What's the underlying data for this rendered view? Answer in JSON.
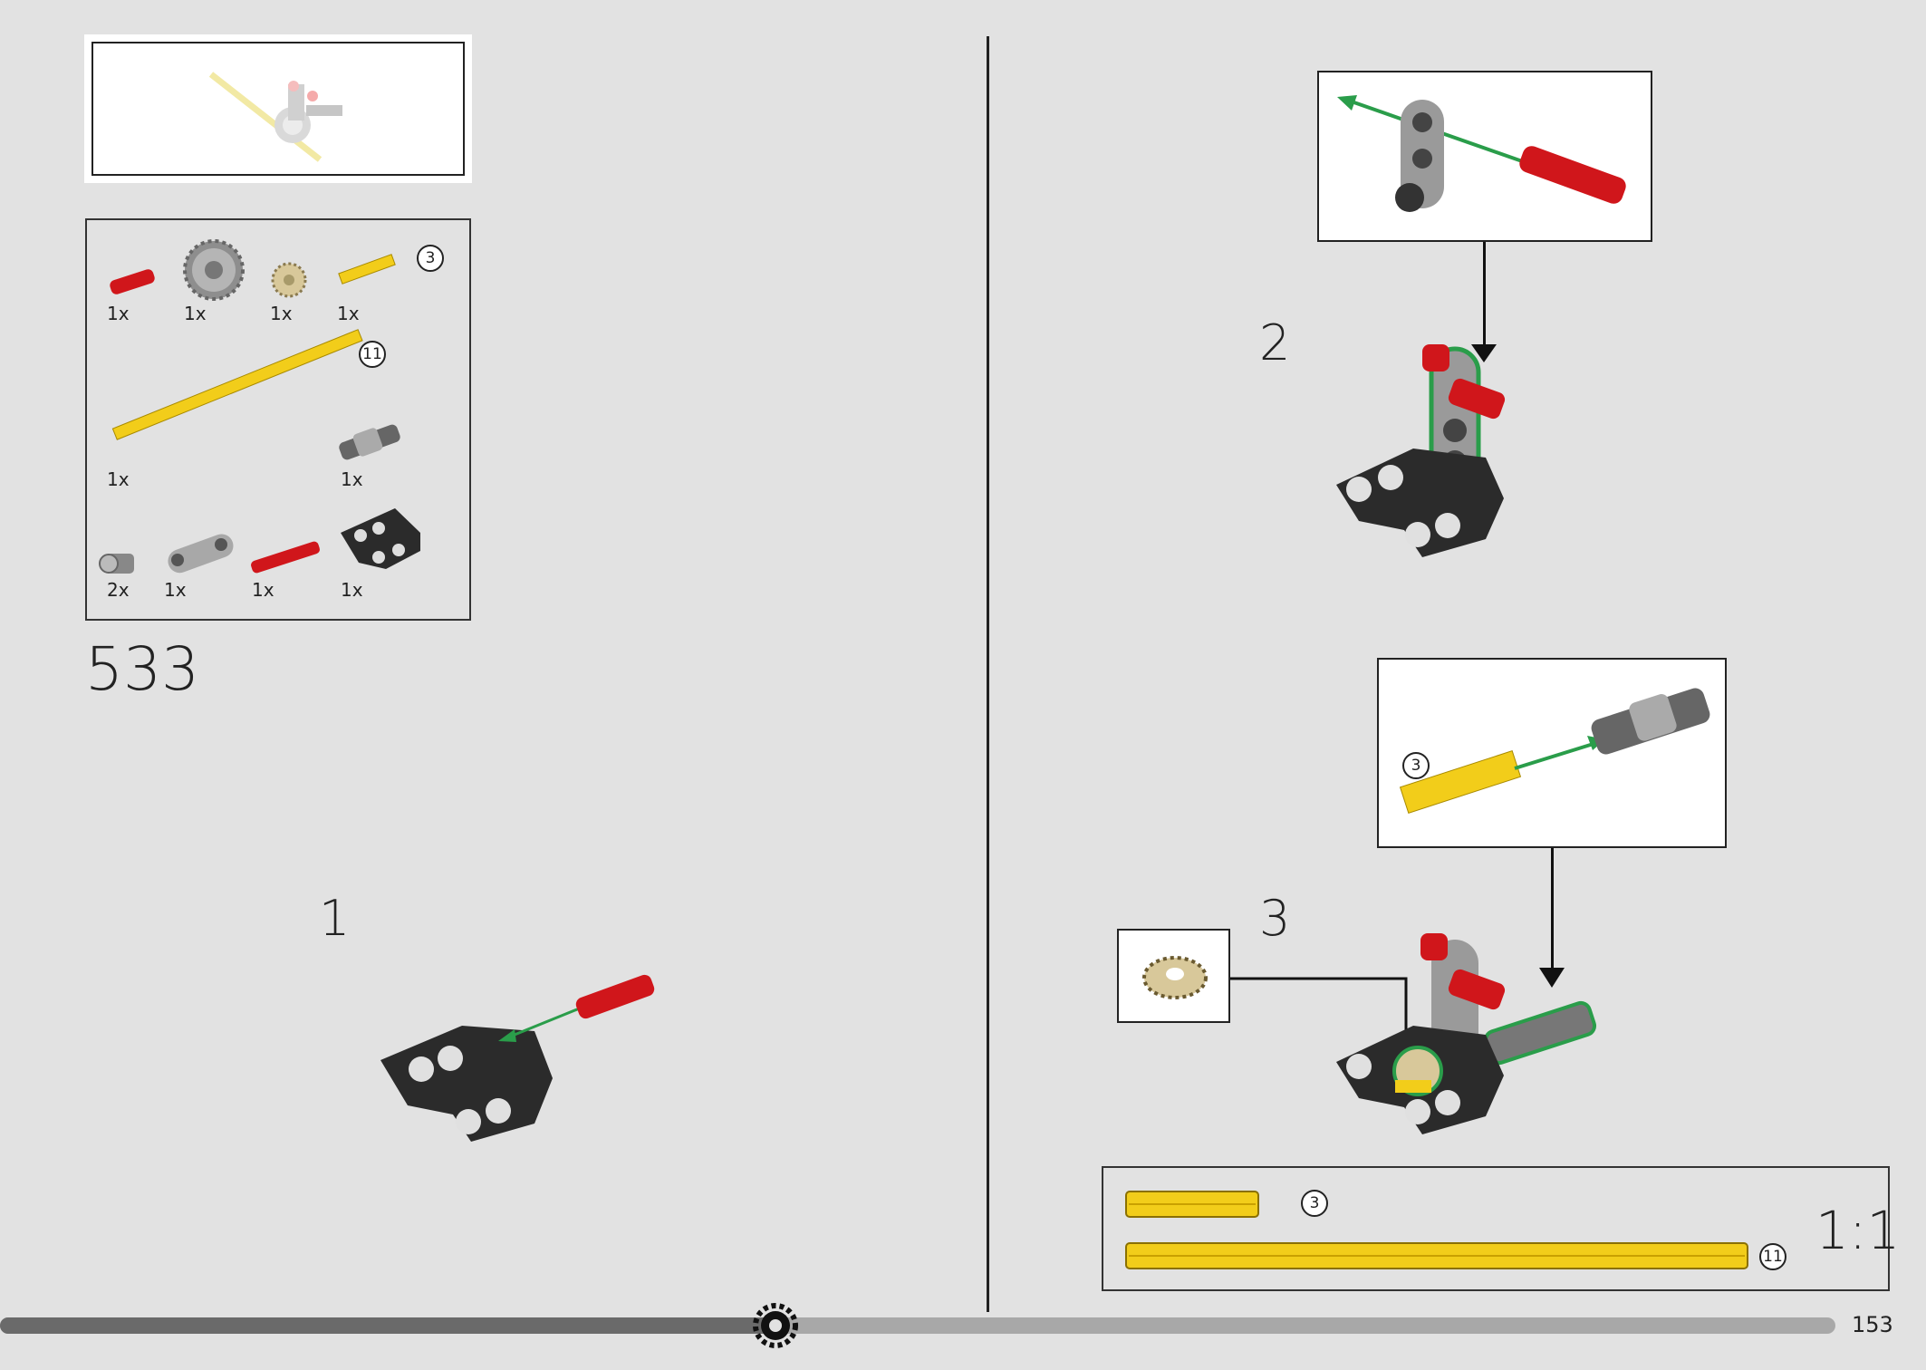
{
  "set_number": "533",
  "page_number": "153",
  "steps": [
    {
      "number": "1"
    },
    {
      "number": "2"
    },
    {
      "number": "3"
    }
  ],
  "parts_list": {
    "row1": [
      {
        "qty": "1x",
        "part": "red-friction-pin"
      },
      {
        "qty": "1x",
        "part": "gear-24-tooth"
      },
      {
        "qty": "1x",
        "part": "tan-gear-12-tooth"
      },
      {
        "qty": "1x",
        "part": "yellow-axle-3",
        "length": "3"
      }
    ],
    "row2": [
      {
        "qty": "1x",
        "part": "yellow-axle-11",
        "length": "11"
      },
      {
        "qty": "1x",
        "part": "universal-joint"
      }
    ],
    "row3": [
      {
        "qty": "2x",
        "part": "bush"
      },
      {
        "qty": "1x",
        "part": "gray-beam-connector"
      },
      {
        "qty": "1x",
        "part": "red-axle-pin"
      },
      {
        "qty": "1x",
        "part": "black-beam-bent"
      }
    ]
  },
  "step3_callout_length": "3",
  "scale_box": {
    "ratio": "1:1",
    "axles": [
      {
        "length": "3"
      },
      {
        "length": "11"
      }
    ]
  },
  "colors": {
    "arrow_green": "#2a9d4a",
    "part_red": "#d0161b",
    "part_yellow": "#f2cd1a",
    "part_black": "#2b2b2b",
    "part_gray": "#9a9a9a",
    "background": "#e2e2e2"
  }
}
